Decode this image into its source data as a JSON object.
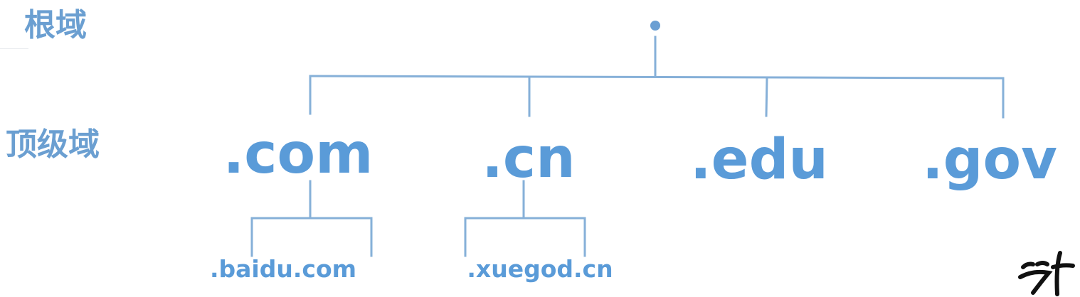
{
  "levels": {
    "root_label": "根域",
    "top_label": "顶级域"
  },
  "root": {
    "name": "."
  },
  "top_level_domains": [
    ".com",
    ".cn",
    ".edu",
    ".gov"
  ],
  "second_level_domains": {
    "com": ".baidu.com",
    "cn": ".xuegod.cn"
  },
  "colors": {
    "text": "#5a9bd8",
    "lines": "#86b0d8"
  }
}
